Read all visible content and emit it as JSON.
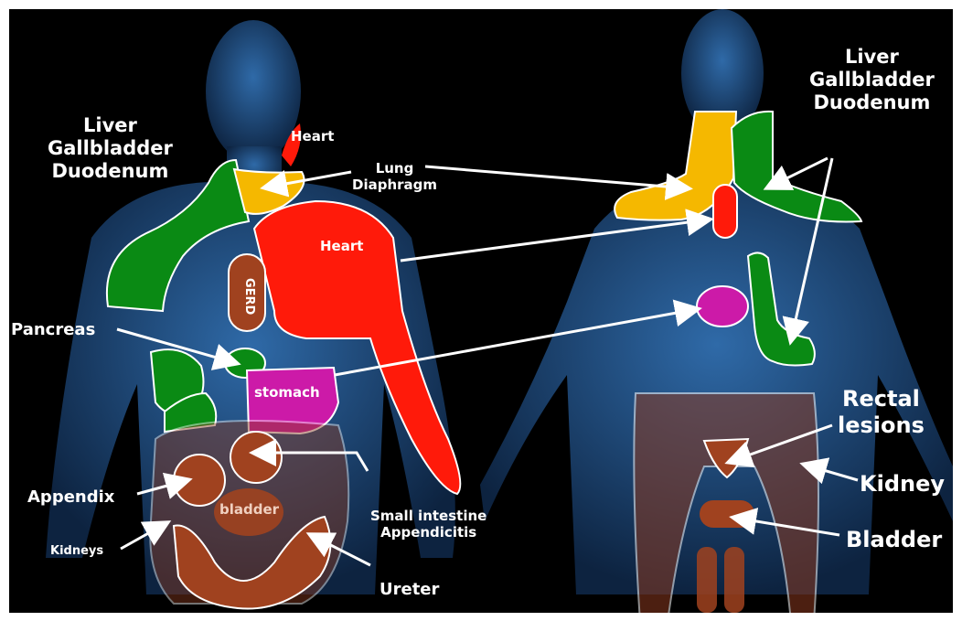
{
  "front_labels": {
    "liver_block": [
      "Liver",
      "Gallbladder",
      "Duodenum"
    ],
    "heart_small": "Heart",
    "lung_block": [
      "Lung",
      "Diaphragm"
    ],
    "heart_large": "Heart",
    "gerd": "GERD",
    "pancreas": "Pancreas",
    "stomach": "stomach",
    "appendix": "Appendix",
    "bladder": "bladder",
    "kidneys": "Kidneys",
    "small_intestine_block": [
      "Small intestine",
      "Appendicitis"
    ],
    "ureter": "Ureter"
  },
  "back_labels": {
    "liver_block": [
      "Liver",
      "Gallbladder",
      "Duodenum"
    ],
    "rectal_block": [
      "Rectal",
      "lesions"
    ],
    "kidney": "Kidney",
    "bladder": "Bladder"
  },
  "colors": {
    "background": "#000000",
    "liver_green": "#0a8a14",
    "lung_yellow": "#f5b800",
    "heart_red": "#ff1a0a",
    "stomach_magenta": "#cc1aa8",
    "organ_brown": "#a0421f",
    "body_blue": "#1a3d6b",
    "outline": "#ffffff"
  }
}
